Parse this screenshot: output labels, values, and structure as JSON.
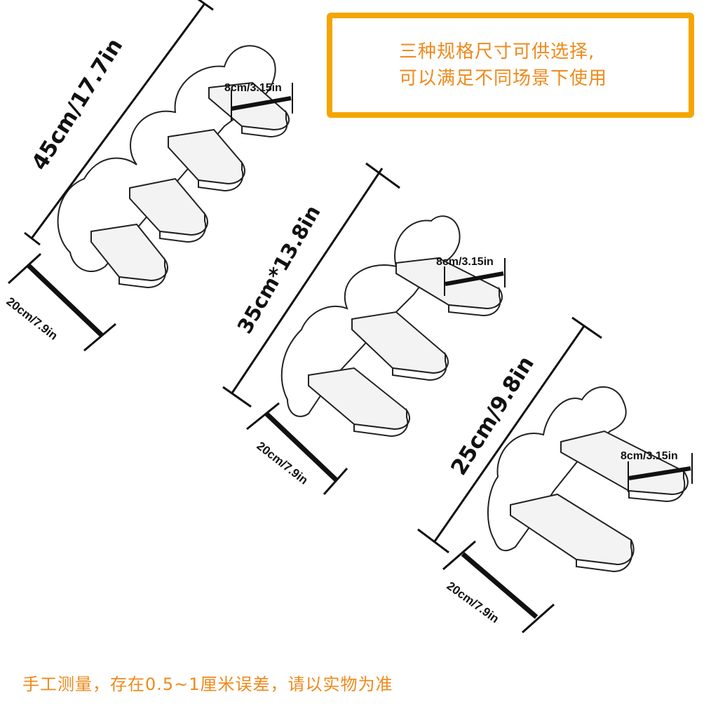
{
  "info_box": {
    "line1": "三种规格尺寸可供选择,",
    "line2": "可以满足不同场景下使用"
  },
  "footer": {
    "note": "手工测量，存在0.5~1厘米误差，请以实物为准"
  },
  "shelves": [
    {
      "height_label": "45cm/17.7in",
      "width_label": "20cm/7.9in",
      "depth_label": "8cm/3.15in"
    },
    {
      "height_label": "35cm*13.8in",
      "width_label": "20cm/7.9in",
      "depth_label": "8cm/3.15in"
    },
    {
      "height_label": "25cm/9.8in",
      "width_label": "20cm/7.9in",
      "depth_label": "8cm/3.15in"
    }
  ],
  "colors": {
    "accent": "#f5a500",
    "accent_text": "#ee8a1c",
    "line": "#111111"
  }
}
